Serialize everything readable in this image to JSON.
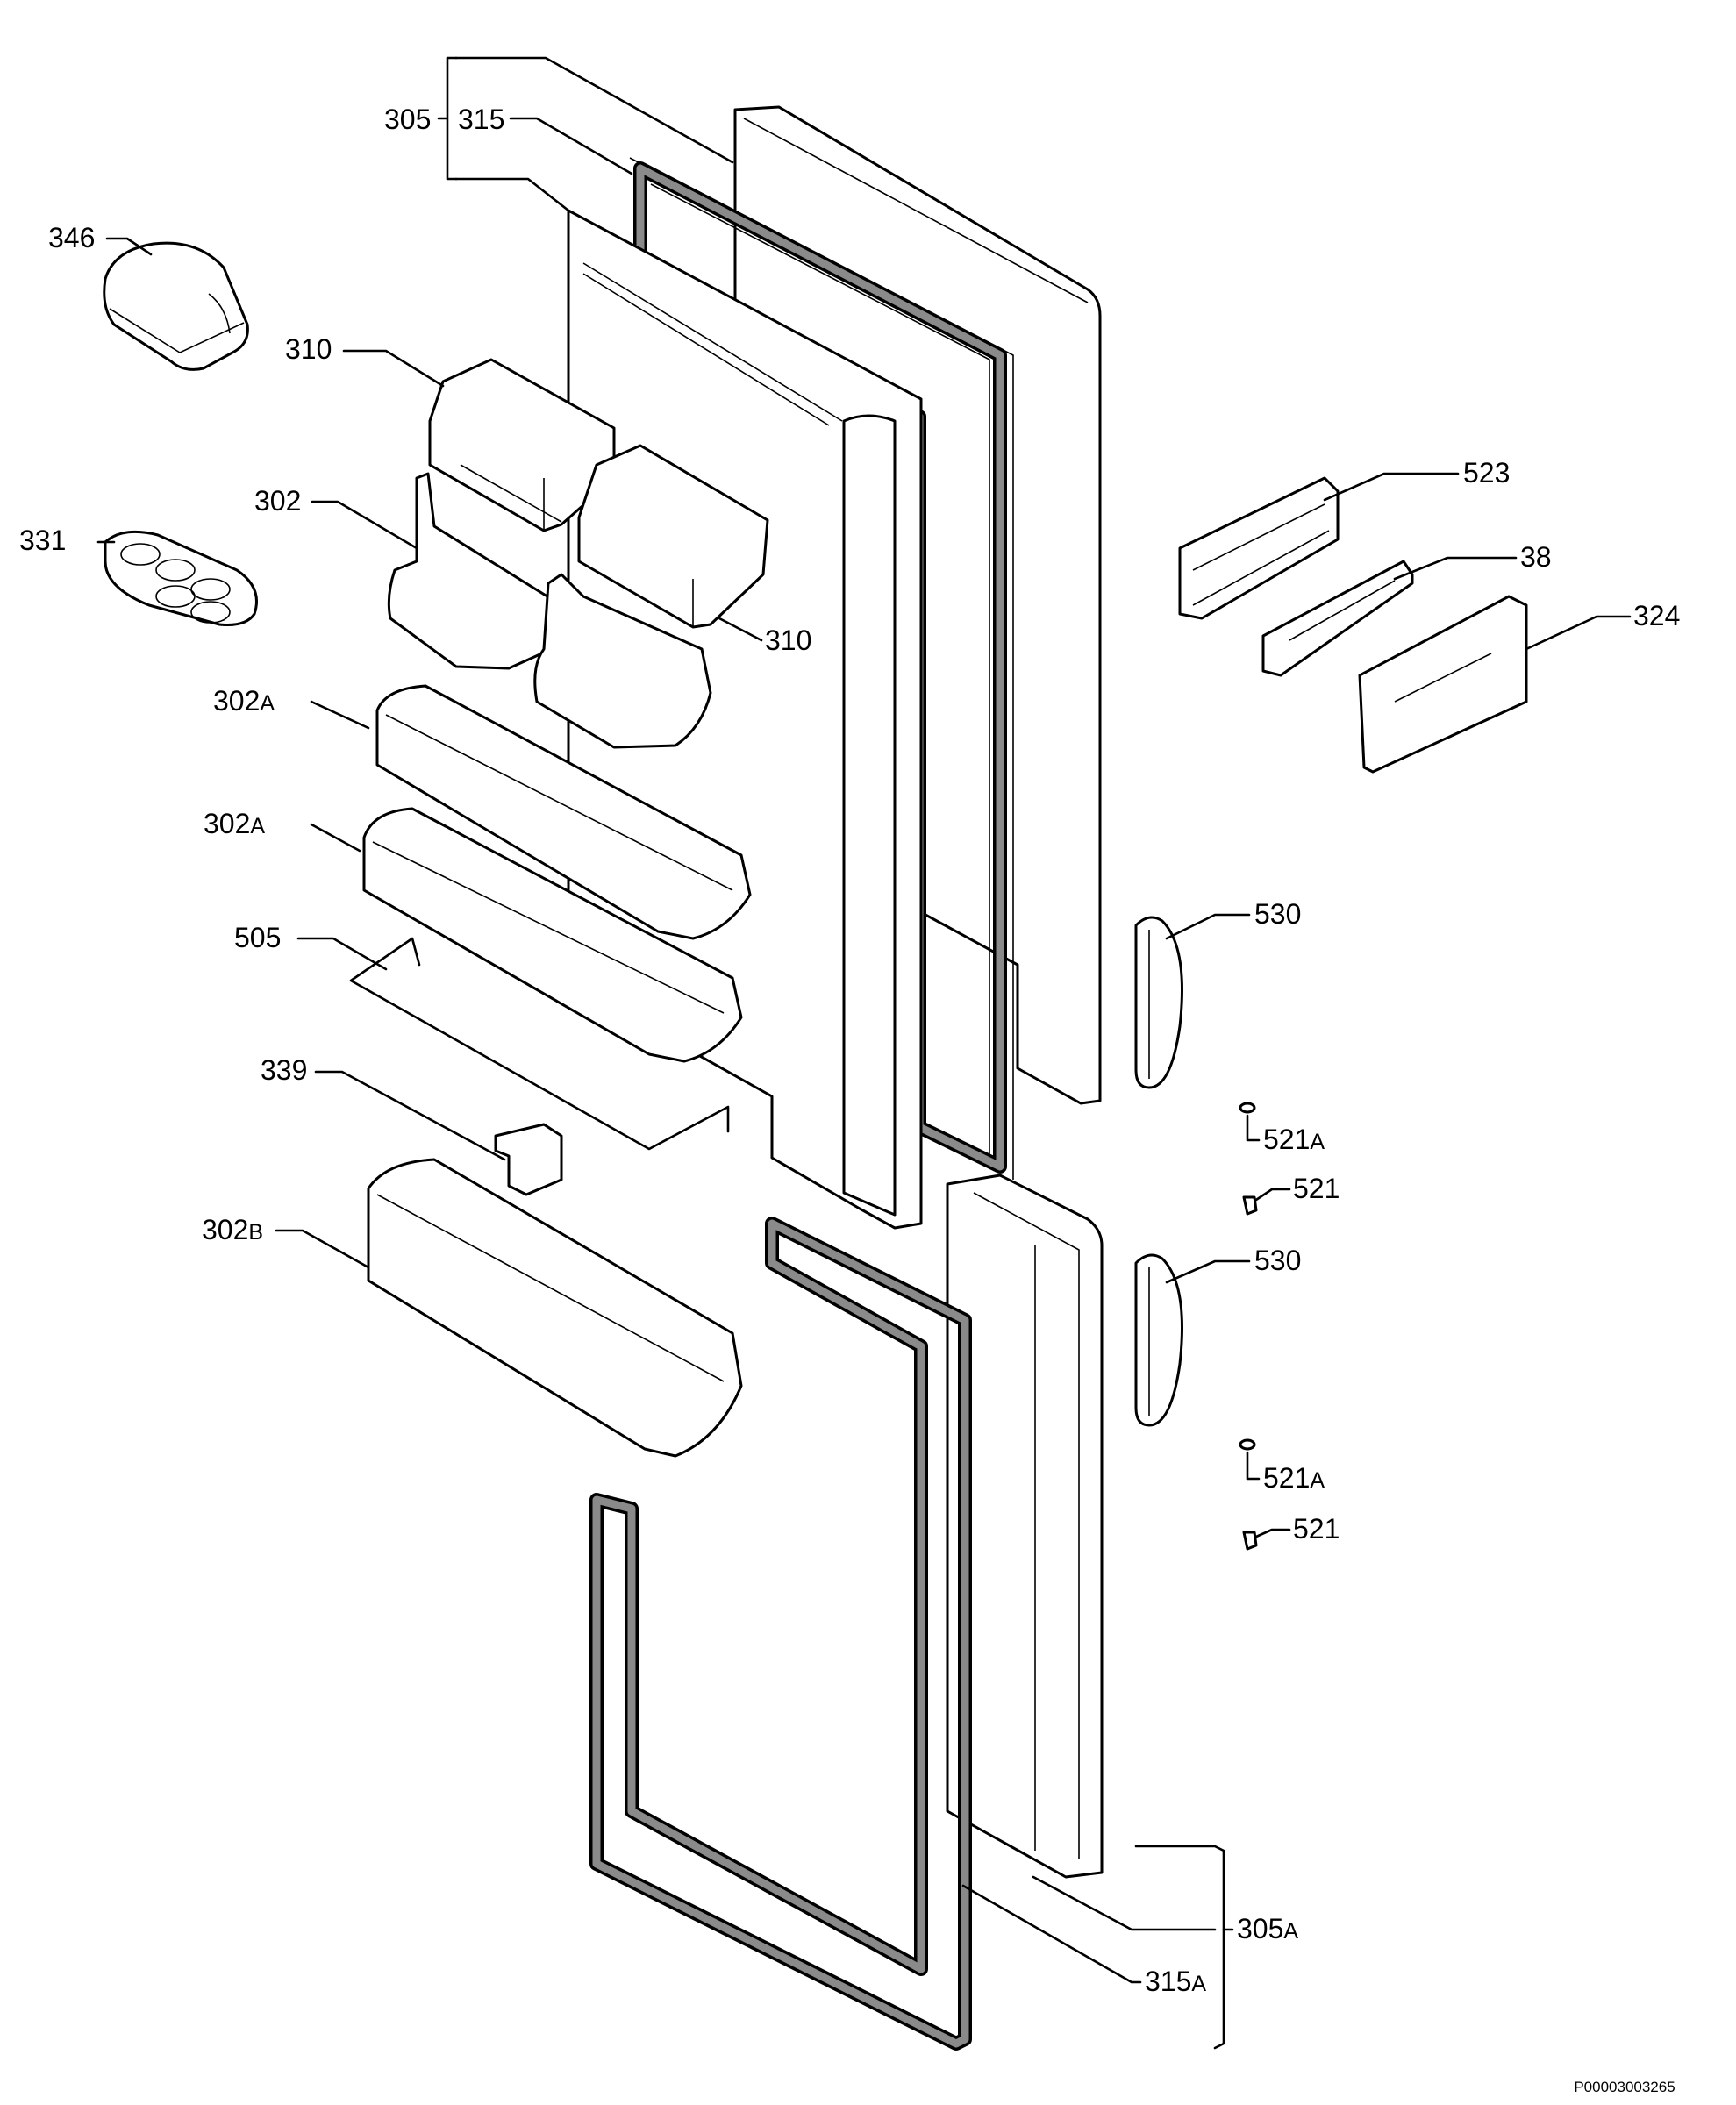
{
  "diagram": {
    "labels": {
      "l305": "305",
      "l315": "315",
      "l346": "346",
      "l310a": "310",
      "l302": "302",
      "l331": "331",
      "l310b": "310",
      "l302a1": "302",
      "l302a2": "302",
      "l505": "505",
      "l339": "339",
      "l302b": "302",
      "l523": "523",
      "l38": "38",
      "l324": "324",
      "l530a": "530",
      "l521a1": "521",
      "l521a": "521",
      "l530b": "530",
      "l521a2": "521",
      "l521b": "521",
      "l305a": "305",
      "l315a": "315"
    },
    "suffixes": {
      "s302a1": "A",
      "s302a2": "A",
      "s302b": "B",
      "s521a1": "A",
      "s521a2": "A",
      "s305a": "A",
      "s315a": "A"
    },
    "drawing_code": "P00003003265"
  }
}
